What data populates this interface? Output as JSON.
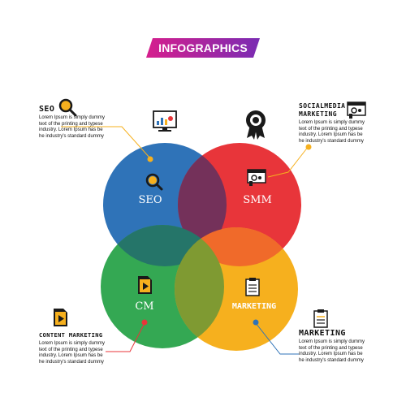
{
  "banner": {
    "title": "INFOGRAPHICS"
  },
  "circles": {
    "seo": {
      "label": "SEO",
      "color": "#2f73b8"
    },
    "smm": {
      "label": "SMM",
      "color": "#e8353a"
    },
    "cm": {
      "label": "CM",
      "color": "#34a853"
    },
    "marketing": {
      "label": "MARKETING",
      "color": "#f6b01e"
    }
  },
  "overlap_colors": {
    "seo_smm": "#74315a",
    "seo_cm": "#257569",
    "smm_marketing": "#f06a2a",
    "cm_marketing": "#7f9a32"
  },
  "banner_gradient": [
    "#d61f8d",
    "#7a2cb3"
  ],
  "callouts": {
    "seo": {
      "title": "SEO",
      "body": "Lorem Ipsum is simply dummy\ntext of the printing and typese\nindustry. Lorem Ipsum has be\nhe industry's standard dummy"
    },
    "smm": {
      "title": "SOCIALMEDIA\nMARKETING",
      "body": "Lorem Ipsum is simply dummy\ntext of the printing and typese\nindustry. Lorem Ipsum has be\nhe industry's standard dummy"
    },
    "cm": {
      "title": "CONTENT MARKETING",
      "body": "Lorem Ipsum is simply dummy\ntext of the printing and typese\nindustry. Lorem Ipsum has be\nhe industry's standard dummy"
    },
    "marketing": {
      "title": "MARKETING",
      "body": "Lorem Ipsum is simply dummy\ntext of the printing and typese\nindustry. Lorem Ipsum has be\nhe industry's standard dummy"
    }
  },
  "icons": {
    "seo": "magnifier-icon",
    "smm": "browser-gear-icon",
    "cm": "play-file-icon",
    "marketing": "clipboard-icon",
    "top_left": "monitor-chart-icon",
    "top_right": "award-badge-icon"
  }
}
